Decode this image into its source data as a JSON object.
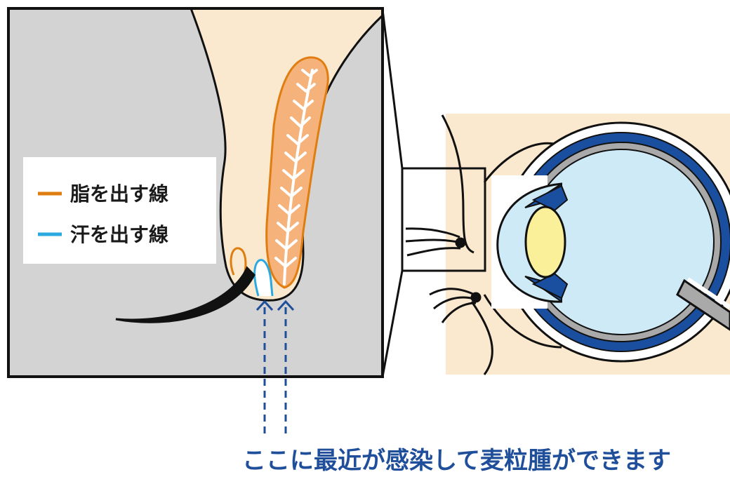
{
  "legend": {
    "items": [
      {
        "label": "脂を出す線",
        "color": "#e07d10"
      },
      {
        "label": "汗を出す線",
        "color": "#29a9e0"
      }
    ]
  },
  "caption": "ここに最近が感染して麦粒腫ができます",
  "colors": {
    "skin": "#fbe9cf",
    "gray_panel": "#d3d3d3",
    "gland_fill": "#f5b27a",
    "gland_outline": "#e07d10",
    "sweat_outline": "#29a9e0",
    "arrow": "#1f4e9a",
    "caption": "#1f4e9a",
    "eye_blue": "#1a4fa0",
    "eye_light": "#cfeaf7",
    "lens": "#fbf09a",
    "outline": "#111111"
  }
}
